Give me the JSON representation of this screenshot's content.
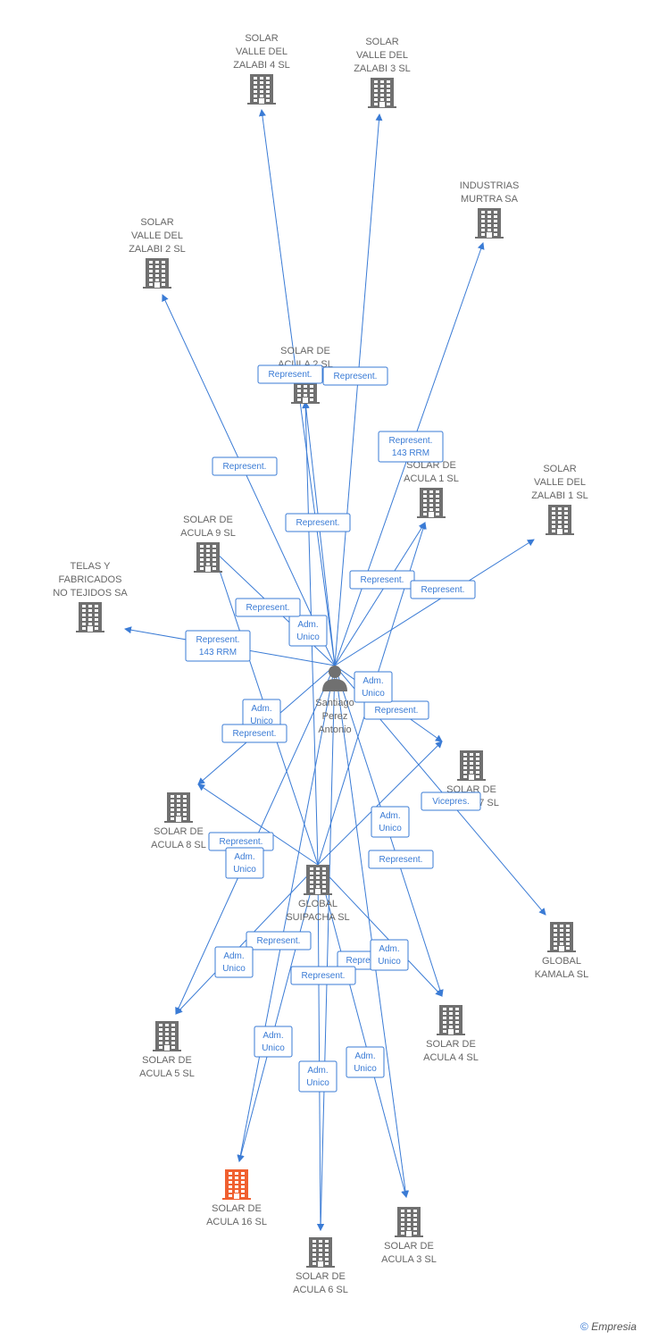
{
  "colors": {
    "company": "#707070",
    "highlight": "#f06030",
    "person": "#707070",
    "edge": "#3a7bd5",
    "label_text": "#666666"
  },
  "nodes": [
    {
      "id": "s4",
      "type": "company",
      "lines": [
        "SOLAR",
        "VALLE DEL",
        "ZALABI 4 SL"
      ]
    },
    {
      "id": "s3",
      "type": "company",
      "lines": [
        "SOLAR",
        "VALLE DEL",
        "ZALABI 3 SL"
      ]
    },
    {
      "id": "im",
      "type": "company",
      "lines": [
        "INDUSTRIAS",
        "MURTRA SA"
      ]
    },
    {
      "id": "s2",
      "type": "company",
      "lines": [
        "SOLAR",
        "VALLE DEL",
        "ZALABI 2 SL"
      ]
    },
    {
      "id": "a2",
      "type": "company",
      "lines": [
        "SOLAR DE",
        "ACULA 2 SL"
      ]
    },
    {
      "id": "a1",
      "type": "company",
      "lines": [
        "SOLAR DE",
        "ACULA 1 SL"
      ]
    },
    {
      "id": "s1",
      "type": "company",
      "lines": [
        "SOLAR",
        "VALLE DEL",
        "ZALABI 1 SL"
      ]
    },
    {
      "id": "a9",
      "type": "company",
      "lines": [
        "SOLAR DE",
        "ACULA 9 SL"
      ]
    },
    {
      "id": "tel",
      "type": "company",
      "lines": [
        "TELAS Y",
        "FABRICADOS",
        "NO TEJIDOS SA"
      ]
    },
    {
      "id": "sp",
      "type": "person",
      "lines": [
        "Santiago",
        "Perez",
        "Antonio"
      ]
    },
    {
      "id": "a7",
      "type": "company",
      "lines": [
        "SOLAR DE",
        "ACULA 7 SL"
      ]
    },
    {
      "id": "a8",
      "type": "company",
      "lines": [
        "SOLAR DE",
        "ACULA 8 SL"
      ]
    },
    {
      "id": "gs",
      "type": "company",
      "lines": [
        "GLOBAL",
        "SUIPACHA SL"
      ]
    },
    {
      "id": "gk",
      "type": "company",
      "lines": [
        "GLOBAL",
        "KAMALA SL"
      ]
    },
    {
      "id": "a5",
      "type": "company",
      "lines": [
        "SOLAR DE",
        "ACULA 5 SL"
      ]
    },
    {
      "id": "a4",
      "type": "company",
      "lines": [
        "SOLAR DE",
        "ACULA 4 SL"
      ]
    },
    {
      "id": "a16",
      "type": "highlight",
      "lines": [
        "SOLAR DE",
        "ACULA 16 SL"
      ]
    },
    {
      "id": "a3",
      "type": "company",
      "lines": [
        "SOLAR DE",
        "ACULA 3 SL"
      ]
    },
    {
      "id": "a6",
      "type": "company",
      "lines": [
        "SOLAR DE",
        "ACULA 6 SL"
      ]
    }
  ],
  "edges": [
    {
      "from": "sp",
      "to": "s4"
    },
    {
      "from": "sp",
      "to": "s3"
    },
    {
      "from": "sp",
      "to": "im"
    },
    {
      "from": "sp",
      "to": "s2"
    },
    {
      "from": "sp",
      "to": "a2"
    },
    {
      "from": "gs",
      "to": "a2"
    },
    {
      "from": "sp",
      "to": "a1"
    },
    {
      "from": "gs",
      "to": "a1"
    },
    {
      "from": "sp",
      "to": "s1"
    },
    {
      "from": "sp",
      "to": "a9"
    },
    {
      "from": "gs",
      "to": "a9"
    },
    {
      "from": "sp",
      "to": "tel"
    },
    {
      "from": "sp",
      "to": "a7"
    },
    {
      "from": "gs",
      "to": "a7"
    },
    {
      "from": "sp",
      "to": "gk"
    },
    {
      "from": "sp",
      "to": "a8"
    },
    {
      "from": "gs",
      "to": "a8"
    },
    {
      "from": "sp",
      "to": "a5"
    },
    {
      "from": "gs",
      "to": "a5"
    },
    {
      "from": "sp",
      "to": "a4"
    },
    {
      "from": "gs",
      "to": "a4"
    },
    {
      "from": "sp",
      "to": "a16"
    },
    {
      "from": "gs",
      "to": "a16"
    },
    {
      "from": "sp",
      "to": "a3"
    },
    {
      "from": "gs",
      "to": "a3"
    },
    {
      "from": "sp",
      "to": "a6"
    },
    {
      "from": "gs",
      "to": "a6"
    }
  ],
  "edge_labels": [
    {
      "lines": [
        "Represent."
      ]
    },
    {
      "lines": [
        "Represent."
      ]
    },
    {
      "lines": [
        "Represent.",
        "143 RRM"
      ]
    },
    {
      "lines": [
        "Represent."
      ]
    },
    {
      "lines": [
        "Represent."
      ]
    },
    {
      "lines": [
        "Adm.",
        "Unico"
      ]
    },
    {
      "lines": [
        "Represent."
      ]
    },
    {
      "lines": [
        "Represent."
      ]
    },
    {
      "lines": [
        "Represent."
      ]
    },
    {
      "lines": [
        "Represent.",
        "143 RRM"
      ]
    },
    {
      "lines": [
        "Adm.",
        "Unico"
      ]
    },
    {
      "lines": [
        "Represent."
      ]
    },
    {
      "lines": [
        "Adm.",
        "Unico"
      ]
    },
    {
      "lines": [
        "Represent."
      ]
    },
    {
      "lines": [
        "Vicepres."
      ]
    },
    {
      "lines": [
        "Adm.",
        "Unico"
      ]
    },
    {
      "lines": [
        "Represent."
      ]
    },
    {
      "lines": [
        "Adm.",
        "Unico"
      ]
    },
    {
      "lines": [
        "Represent."
      ]
    },
    {
      "lines": [
        "Represent."
      ]
    },
    {
      "lines": [
        "Adm.",
        "Unico"
      ]
    },
    {
      "lines": [
        "Repres."
      ]
    },
    {
      "lines": [
        "Adm.",
        "Unico"
      ]
    },
    {
      "lines": [
        "Represent."
      ]
    },
    {
      "lines": [
        "Adm.",
        "Unico"
      ]
    },
    {
      "lines": [
        "Adm.",
        "Unico"
      ]
    },
    {
      "lines": [
        "Adm.",
        "Unico"
      ]
    }
  ],
  "footer": {
    "copyright": "©",
    "brand": "Empresia"
  }
}
